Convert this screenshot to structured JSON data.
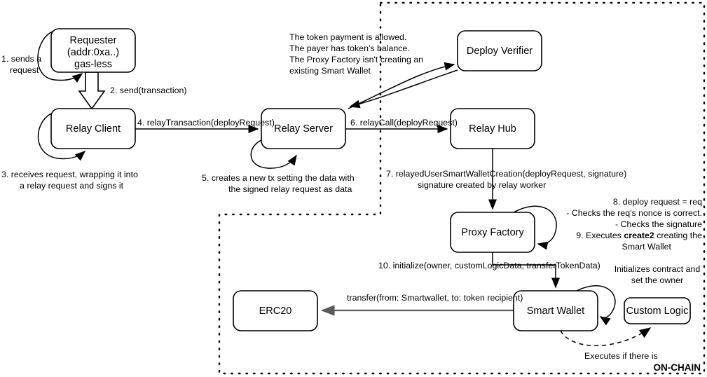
{
  "diagram": {
    "title_tag": "ON-CHAIN",
    "nodes": [
      {
        "id": "requester",
        "lines": [
          "Requester",
          "(addr:0xa..)",
          "gas-less"
        ]
      },
      {
        "id": "relay_client",
        "lines": [
          "Relay Client"
        ]
      },
      {
        "id": "relay_server",
        "lines": [
          "Relay Server"
        ]
      },
      {
        "id": "deploy_verifier",
        "lines": [
          "Deploy Verifier"
        ]
      },
      {
        "id": "relay_hub",
        "lines": [
          "Relay Hub"
        ]
      },
      {
        "id": "proxy_factory",
        "lines": [
          "Proxy Factory"
        ]
      },
      {
        "id": "erc20",
        "lines": [
          "ERC20"
        ]
      },
      {
        "id": "smart_wallet",
        "lines": [
          "Smart Wallet"
        ]
      },
      {
        "id": "custom_logic",
        "lines": [
          "Custom Logic"
        ]
      }
    ],
    "edge_labels": {
      "step1": [
        "1. sends a",
        "request"
      ],
      "step2": [
        "2. send(transaction)"
      ],
      "step3": [
        "3. receives request, wrapping it into",
        "a relay request and signs it"
      ],
      "step4": [
        "4. relayTransaction(deployRequest)"
      ],
      "step5": [
        "5. creates a new tx setting the data with",
        "the signed relay request as data"
      ],
      "step6": [
        "6. relayCall(deployRequest)"
      ],
      "step7": [
        "7. relayedUserSmartWalletCreation(deployRequest, signature)",
        "signature created by relay worker"
      ],
      "step10": [
        "10. initialize(owner, customLogicData, transferTokenData)"
      ],
      "transfer": [
        "transfer(from: Smartwallet, to: token recipient)"
      ],
      "executes_if": [
        "Executes if there is"
      ]
    },
    "notes": {
      "verifier_note": [
        "The token payment is allowed.",
        "The payer has token's balance.",
        "The Proxy Factory isn't creating an",
        "existing Smart Wallet"
      ],
      "factory_note_1": "8. deploy request = req",
      "factory_note_2": "- Checks the req's nonce is correct.",
      "factory_note_3": "- Checks the signature",
      "factory_note_4_pre": "9. Executes ",
      "factory_note_4_bold": "create2",
      "factory_note_4_post": " creating the",
      "factory_note_5": "Smart Wallet",
      "custom_logic_note": [
        "Initializes contract and",
        "set the owner"
      ]
    },
    "colors": {
      "stroke": "#000000",
      "fill": "#ffffff",
      "gray_edge": "#5a5a5a"
    }
  }
}
